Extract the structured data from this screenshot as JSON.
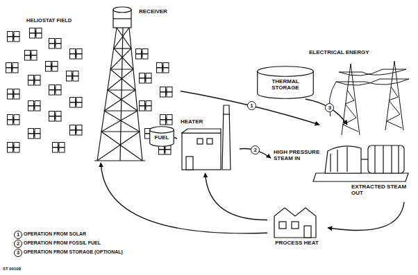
{
  "diagram": {
    "nodes": [
      {
        "text": [
          "RECEIVER"
        ]
      },
      {
        "text": [
          "THERMAL STORAGE"
        ]
      },
      {
        "text": [
          "FUEL"
        ]
      },
      {
        "text": [
          "HEATER"
        ]
      },
      {
        "text": [
          "HIGH PRESSURE STEAM IN",
          "EXTRACTED STEAM OUT"
        ]
      },
      {
        "text": [
          "PROCESS HEAT"
        ]
      }
    ],
    "edges": [
      {
        "from": 0,
        "to": 4,
        "arrow": "to",
        "label": "1"
      },
      {
        "from": 1,
        "to": 4,
        "arrow": "to",
        "label": "3"
      },
      {
        "from": 3,
        "to": 4,
        "arrow": "to",
        "label": "2"
      },
      {
        "from": 4,
        "to": 5,
        "arrow": "to"
      },
      {
        "from": 5,
        "to": 0,
        "arrow": "to"
      },
      {
        "from": 5,
        "to": 3,
        "arrow": "to"
      },
      {
        "from": 2,
        "to": 3,
        "arrow": "none"
      }
    ],
    "labels": [
      "HELIOSTAT FIELD",
      "ELECTRICAL ENERGY",
      "1",
      "2",
      "3",
      "ST 00108"
    ],
    "legend": [
      {
        "text": "OPERATION FROM SOLAR"
      },
      {
        "text": "OPERATION FROM FOSSIL FUEL"
      },
      {
        "text": "OPERATION FROM STORAGE (OPTIONAL)"
      }
    ]
  }
}
